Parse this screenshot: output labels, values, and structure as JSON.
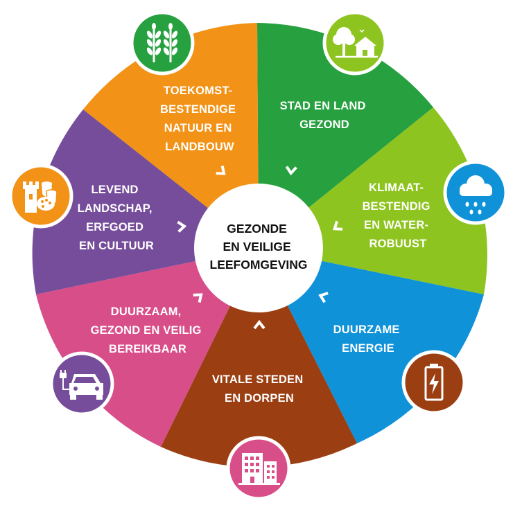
{
  "center": {
    "lines": [
      "GEZONDE",
      "EN VEILIGE",
      "LEEFOMGEVING"
    ]
  },
  "segments": [
    {
      "id": "natuur",
      "color": "#27a040",
      "icon": "wheat-icon",
      "lines": [
        "TOEKOMST-",
        "BESTENDIGE",
        "NATUUR EN",
        "LANDBOUW"
      ]
    },
    {
      "id": "stadland",
      "color": "#8ec41f",
      "icon": "tree-house-icon",
      "lines": [
        "STAD EN LAND",
        "GEZOND"
      ]
    },
    {
      "id": "klimaat",
      "color": "#0f92d8",
      "icon": "rain-cloud-icon",
      "lines": [
        "KLIMAAT-",
        "BESTENDIG",
        "EN WATER-",
        "ROBUUST"
      ]
    },
    {
      "id": "energie",
      "color": "#9b3e12",
      "icon": "battery-icon",
      "lines": [
        "DUURZAME",
        "ENERGIE"
      ]
    },
    {
      "id": "steden",
      "color": "#d84e89",
      "icon": "buildings-icon",
      "lines": [
        "VITALE STEDEN",
        "EN DORPEN"
      ]
    },
    {
      "id": "bereik",
      "color": "#764d9b",
      "icon": "electric-car-icon",
      "lines": [
        "DUURZAAM,",
        "GEZOND EN VEILIG",
        "BEREIKBAAR"
      ]
    },
    {
      "id": "landschap",
      "color": "#f29216",
      "icon": "culture-icon",
      "lines": [
        "LEVEND",
        "LANDSCHAP,",
        "ERFGOED",
        "EN CULTUUR"
      ]
    }
  ]
}
